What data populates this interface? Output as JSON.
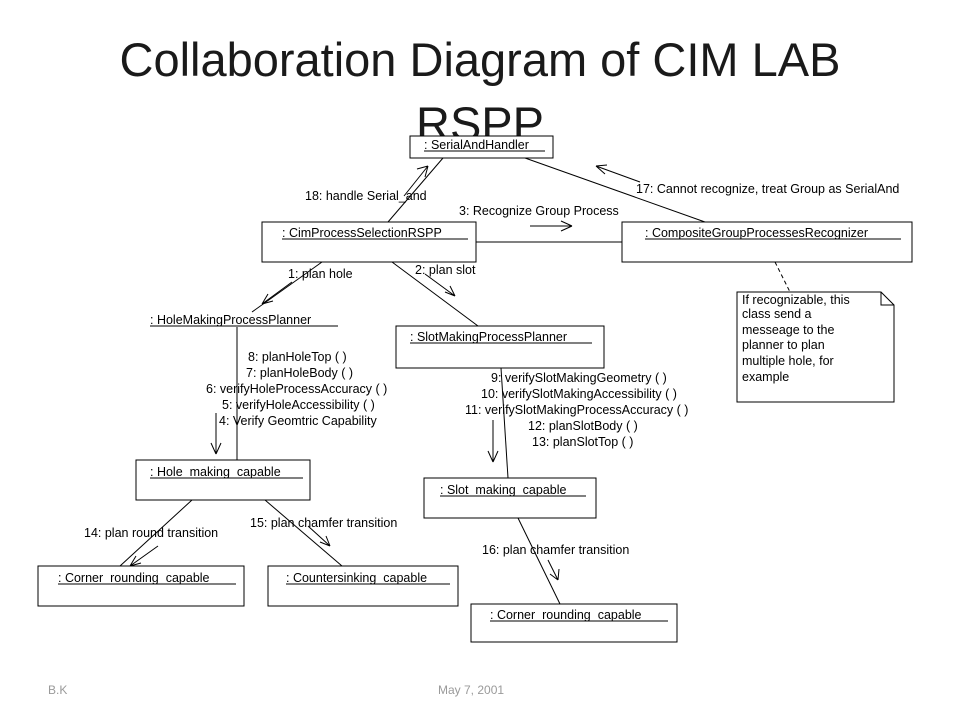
{
  "slide": {
    "title_line1": "Collaboration Diagram of CIM LAB",
    "title_line2": "RSPP",
    "footer_author": "B.K",
    "footer_date": "May 7, 2001"
  },
  "objects": {
    "serial": ": SerialAndHandler",
    "cim": ": CimProcessSelectionRSPP",
    "composite": ": CompositeGroupProcessesRecognizer",
    "hole_planner": ": HoleMakingProcessPlanner",
    "slot_planner": ": SlotMakingProcessPlanner",
    "hole_capable": ": Hole_making_capable",
    "slot_capable": ": Slot_making_capable",
    "corner1": ": Corner_rounding_capable",
    "countersink": ": Countersinking_capable",
    "corner2": ": Corner_rounding_capable"
  },
  "messages": {
    "m18": "18: handle Serial_and",
    "m17": "17: Cannot recognize, treat Group as SerialAnd",
    "m3": "3: Recognize Group Process",
    "m1": "1: plan hole",
    "m2": "2: plan slot",
    "hole_msgs": [
      "8: planHoleTop ( )",
      "7: planHoleBody ( )",
      "6: verifyHoleProcessAccuracy ( )",
      "5: verifyHoleAccessibility ( )",
      "4: Verify Geomtric Capability"
    ],
    "slot_msgs": [
      "9: verifySlotMakingGeometry ( )",
      "10: verifySlotMakingAccessibility ( )",
      "11: verifySlotMakingProcessAccuracy ( )",
      "12: planSlotBody ( )",
      "13: planSlotTop ( )"
    ],
    "m14": "14: plan round transition",
    "m15": "15: plan chamfer transition",
    "m16": "16: plan chamfer transition"
  },
  "note": {
    "lines": [
      "If recognizable, this",
      "class send a",
      "messeage to the",
      "planner to plan",
      "multiple hole, for",
      "example"
    ]
  }
}
